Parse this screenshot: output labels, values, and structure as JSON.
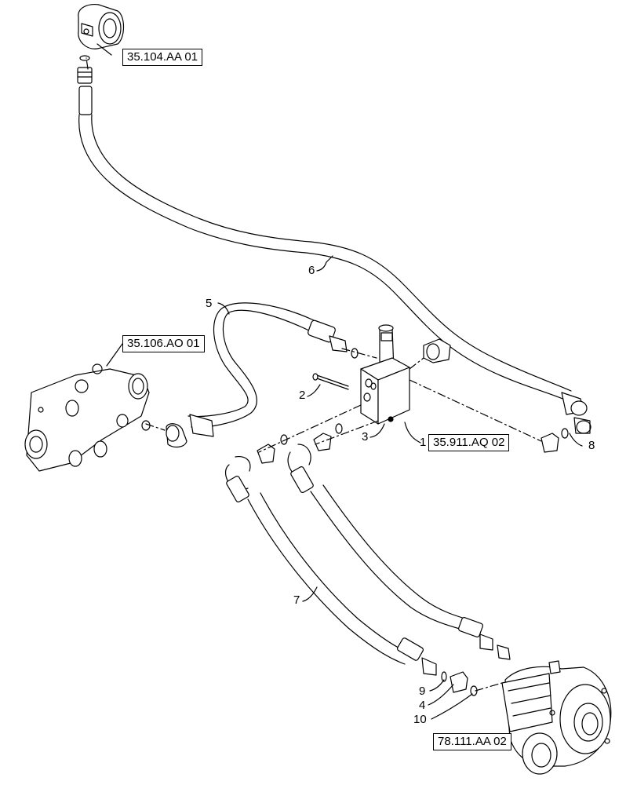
{
  "diagram": {
    "references": {
      "top_tank": "35.104.AA 01",
      "left_valve": "35.106.AO 01",
      "center_block": "35.911.AQ 02",
      "bottom_motor": "78.111.AA 02"
    },
    "callouts": {
      "c1": "1",
      "c2": "2",
      "c3": "3",
      "c4": "4",
      "c5": "5",
      "c6": "6",
      "c7": "7",
      "c8": "8",
      "c9": "9",
      "c10": "10"
    },
    "colors": {
      "line": "#000000",
      "background": "#ffffff"
    }
  }
}
